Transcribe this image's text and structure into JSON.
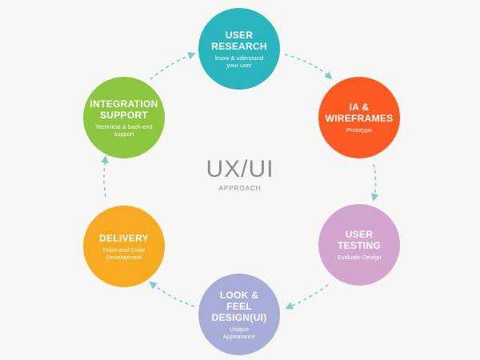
{
  "center": {
    "title": "UX/UI",
    "subtitle": "APPROACH"
  },
  "nodes": [
    {
      "title": "USER\nRESEARCH",
      "subtitle": "know & uderstand\nyour user",
      "color": "#2bb6bf"
    },
    {
      "title": "IA &\nWIREFRAMES",
      "subtitle": "Prototype",
      "color": "#fb5b22"
    },
    {
      "title": "USER\nTESTING",
      "subtitle": "Evaluate Design",
      "color": "#d3a6cf"
    },
    {
      "title": "LOOK & FEEL\nDESIGN(UI)",
      "subtitle": "Unique\nAppearance",
      "color": "#a8acd9"
    },
    {
      "title": "DELIVERY",
      "subtitle": "Front-end Code\nDevelopment",
      "color": "#f6ab22"
    },
    {
      "title": "INTEGRATION\nSUPPORT",
      "subtitle": "Technical & back-end\nsupport",
      "color": "#8dc63f"
    }
  ],
  "connector_color": "#7ccbd1"
}
